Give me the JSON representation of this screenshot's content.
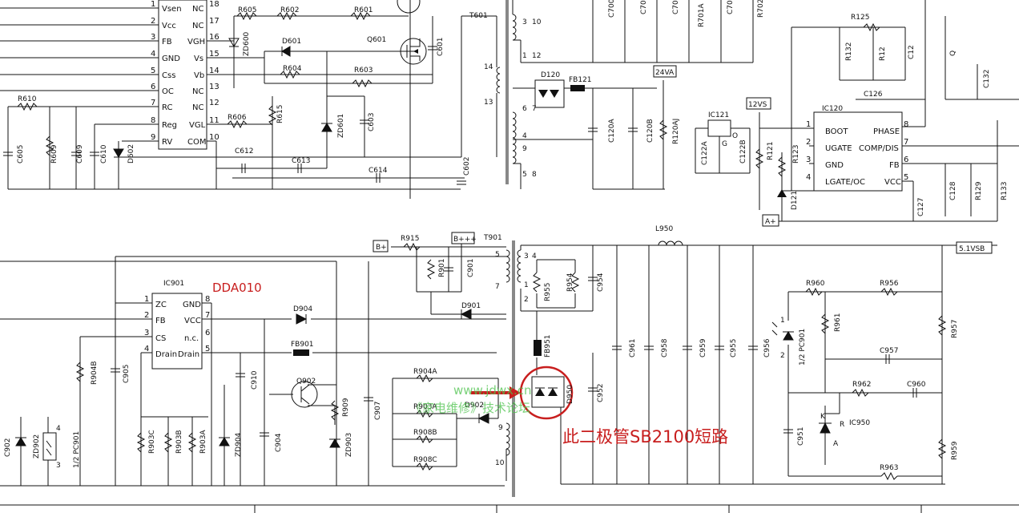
{
  "ic600_pins": {
    "left_num": [
      "1",
      "2",
      "3",
      "4",
      "5",
      "6",
      "7",
      "8",
      "9"
    ],
    "left_name": [
      "Vsen",
      "Vcc",
      "FB",
      "GND",
      "Css",
      "OC",
      "RC",
      "Reg",
      "RV"
    ],
    "right_num": [
      "18",
      "17",
      "16",
      "15",
      "14",
      "13",
      "12",
      "11",
      "10"
    ],
    "right_name": [
      "NC",
      "NC",
      "VGH",
      "Vs",
      "Vb",
      "NC",
      "NC",
      "VGL",
      "COM"
    ]
  },
  "ic120": {
    "name": "IC120",
    "left_num": [
      "1",
      "2",
      "3",
      "4"
    ],
    "left_name": [
      "BOOT",
      "UGATE",
      "GND",
      "LGATE/OC"
    ],
    "right_num": [
      "8",
      "7",
      "6",
      "5"
    ],
    "right_name": [
      "PHASE",
      "COMP/DIS",
      "FB",
      "VCC"
    ]
  },
  "ic901": {
    "name": "IC901",
    "left_num": [
      "1",
      "2",
      "3",
      "4"
    ],
    "left_name": [
      "ZC",
      "FB",
      "CS",
      "Drain"
    ],
    "right_num": [
      "8",
      "7",
      "6",
      "5"
    ],
    "right_name": [
      "GND",
      "VCC",
      "n.c.",
      "Drain"
    ]
  },
  "rails": {
    "r24": "24VA",
    "r12": "12VS",
    "bplus": "B+",
    "bppp": "B+++",
    "v51": "5.1VSB",
    "aplus": "A+"
  },
  "parts": {
    "r605": "R605",
    "r602": "R602",
    "r601": "R601",
    "r604": "R604",
    "r603": "R603",
    "r606": "R606",
    "r615": "R615",
    "r610": "R610",
    "r609": "R609",
    "zd600": "ZD600",
    "d601": "D601",
    "zd601": "ZD601",
    "d602": "D602",
    "q601": "Q601",
    "c601": "C601",
    "c603": "C603",
    "c612": "C612",
    "c613": "C613",
    "c614": "C614",
    "c602": "C602",
    "c605": "C605",
    "c609": "C609",
    "c610": "C610",
    "t601": "T601",
    "t901": "T901",
    "d120": "D120",
    "fb121": "FB121",
    "c120a": "C120A",
    "c120b": "C120B",
    "r120aj": "R120AJ",
    "c700": "C700",
    "c70b": "C70",
    "c70c": "C70",
    "r701a": "R701A",
    "c70d": "C70",
    "r702": "R702",
    "ic121": "IC121",
    "c122a": "C122A",
    "c122b": "C122B",
    "r121": "R121",
    "r123": "R123",
    "d121": "D121",
    "r125": "R125",
    "r132": "R132",
    "r12x": "R12",
    "c12x": "C12",
    "c126": "C126",
    "c127": "C127",
    "c128": "C128",
    "r129": "R129",
    "r133": "R133",
    "c132": "C132",
    "q1x": "Q",
    "r915": "R915",
    "r901": "R901",
    "c901": "C901",
    "d901": "D901",
    "r955": "R955",
    "r954": "R954",
    "c954": "C954",
    "fb951": "FB951",
    "d950": "D950",
    "c952": "C952",
    "l950": "L950",
    "c961": "C961",
    "c958": "C958",
    "c959": "C959",
    "c955": "C955",
    "c956": "C956",
    "d904": "D904",
    "fb901": "FB901",
    "r904a": "R904A",
    "r903a_b": "R903A",
    "d902": "D902",
    "r908b": "R908B",
    "r908c": "R908C",
    "q902": "Q902",
    "r909": "R909",
    "zd903": "ZD903",
    "c907": "C907",
    "c904": "C904",
    "c910": "C910",
    "c905": "C905",
    "r904b": "R904B",
    "r903c": "R903C",
    "r903b": "R903B",
    "r903a": "R903A",
    "zd904": "ZD904",
    "zd902": "ZD902",
    "pc901b": "1/2 PC901",
    "c902": "C902",
    "r960": "R960",
    "r961": "R961",
    "r956": "R956",
    "r957": "R957",
    "pc901a": "1/2 PC901",
    "c957": "C957",
    "r962": "R962",
    "c960": "C960",
    "c951": "C951",
    "ic950": "IC950",
    "r959": "R959",
    "r963": "R963"
  },
  "pins": {
    "t601_a": "3",
    "t601_b": "10",
    "t601_c": "1",
    "t601_d": "12",
    "t601_e": "14",
    "t601_f": "13",
    "t601_g": "6",
    "t601_h": "7",
    "t601_i": "4",
    "t601_j": "9",
    "t601_k": "5",
    "t601_l": "8",
    "t901_a": "3",
    "t901_b": "4",
    "t901_c": "5",
    "t901_d": "7",
    "t901_e": "1",
    "t901_f": "2",
    "t901_g": "9",
    "t901_h": "10",
    "ic121_g": "G",
    "ic121_o": "O",
    "ic950_k": "K",
    "ic950_r": "R",
    "ic950_a": "A",
    "pc_4": "4",
    "pc_3": "3",
    "pc_1": "1",
    "pc_2": "2"
  },
  "annotations": {
    "dda010": "DDA010",
    "short_note": "此二极管SB2100短路",
    "watermark_url": "www.jdwx.cn",
    "watermark_site": "《家电维修》技术论坛"
  },
  "colors": {
    "ink": "#111111",
    "annotation_red": "#c81e1e",
    "watermark_green": "#4cc24c"
  }
}
